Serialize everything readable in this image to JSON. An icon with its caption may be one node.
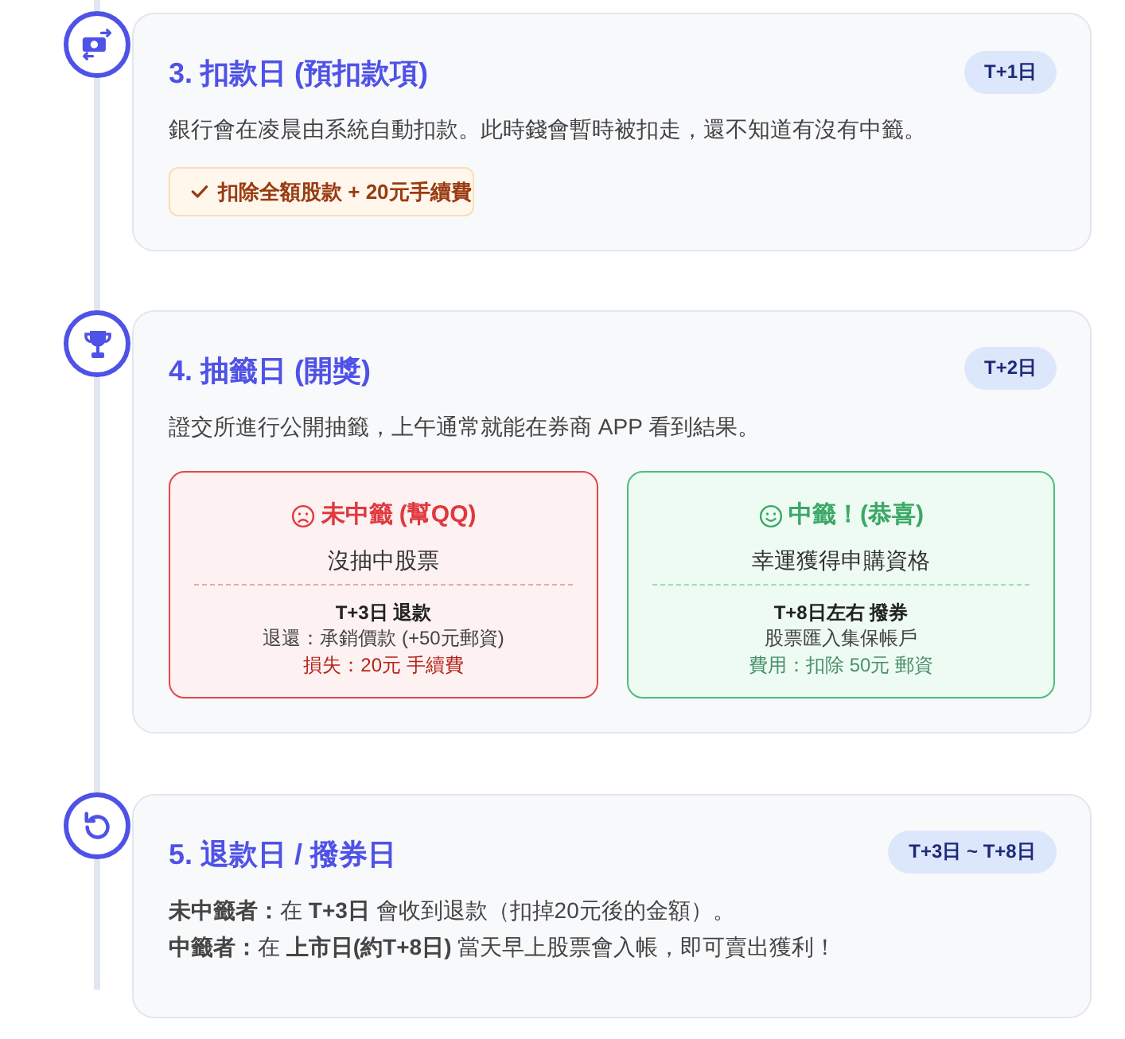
{
  "diagram": {
    "nodes": [
      {
        "text": [],
        "shape": "circle"
      },
      {
        "text": [
          "3. 扣款日 (預扣款項)",
          "銀行會在凌晨由系統自動扣款。此時錢會暫時被扣走，還不知道有沒有中籤。"
        ]
      },
      {
        "text": [
          "T+1日"
        ],
        "in": 1
      },
      {
        "text": [
          "扣除全額股款 + 20元手續費"
        ],
        "in": 1
      },
      {
        "text": [],
        "shape": "circle"
      },
      {
        "text": [
          "4. 抽籤日 (開獎)",
          "證交所進行公開抽籤，上午通常就能在券商 APP 看到結果。"
        ]
      },
      {
        "text": [
          "T+2日"
        ],
        "in": 5
      },
      {
        "text": [
          "未中籤 (幫QQ)",
          "沒抽中股票",
          "T+3日 退款",
          "退還：承銷價款 (+50元郵資)",
          "損失：20元 手續費"
        ],
        "in": 5
      },
      {
        "text": [
          "中籤！(恭喜)",
          "幸運獲得申購資格",
          "T+8日左右 撥券",
          "股票匯入集保帳戶",
          "費用：扣除 50元 郵資"
        ],
        "in": 5
      },
      {
        "text": [],
        "shape": "circle"
      },
      {
        "text": [
          "5. 退款日 / 撥券日",
          "**未中籤者：**在 **T+3日** 會收到退款（扣掉20元後的金額）。",
          "**中籤者：**在 **上市日(約T+8日)** 當天早上股票會入帳，即可賣出獲利！"
        ]
      },
      {
        "text": [
          "T+3日 ~ T+8日"
        ],
        "in": 10
      }
    ],
    "edges": [
      {
        "from": null,
        "to": 0,
        "arrow": "none"
      },
      {
        "from": 0,
        "to": 4,
        "arrow": "none"
      },
      {
        "from": 4,
        "to": 9,
        "arrow": "none"
      },
      {
        "from": 9,
        "to": null,
        "arrow": "none"
      }
    ]
  }
}
